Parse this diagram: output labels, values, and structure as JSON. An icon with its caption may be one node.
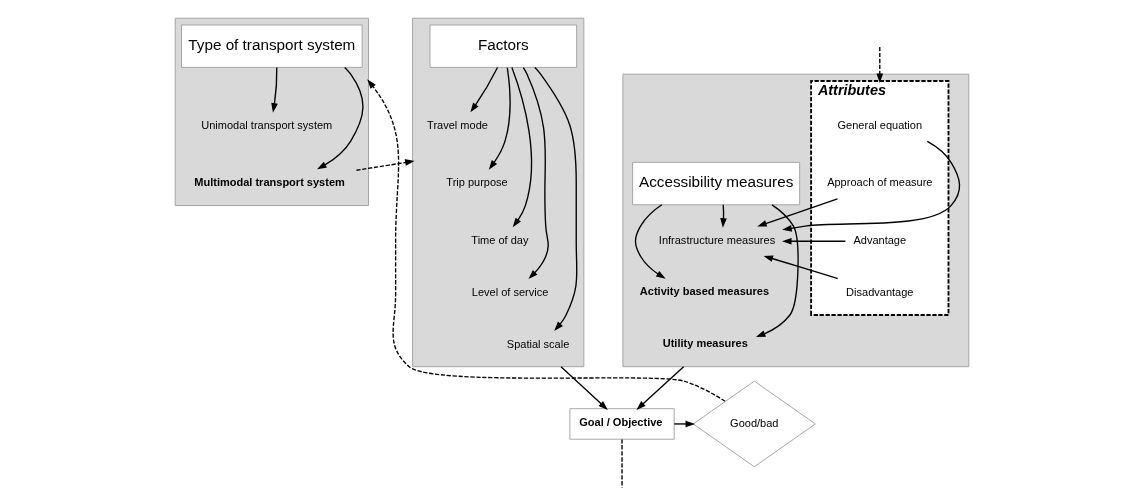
{
  "diagram": {
    "nodes": [
      {
        "text": [],
        "shape": "box"
      },
      {
        "text": [
          "Type of transport system"
        ],
        "in": 0
      },
      {
        "text": [
          "Unimodal transport system"
        ],
        "in": 0
      },
      {
        "text": [
          "Multimodal transport system"
        ],
        "in": 0
      },
      {
        "text": [],
        "shape": "box"
      },
      {
        "text": [
          "Factors"
        ],
        "in": 4
      },
      {
        "text": [
          "Travel mode"
        ],
        "in": 4
      },
      {
        "text": [
          "Trip purpose"
        ],
        "in": 4
      },
      {
        "text": [
          "Time of day"
        ],
        "in": 4
      },
      {
        "text": [
          "Level of service"
        ],
        "in": 4
      },
      {
        "text": [
          "Spatial scale"
        ],
        "in": 4
      },
      {
        "text": [],
        "shape": "box"
      },
      {
        "text": [
          "Accessibility measures"
        ],
        "in": 11
      },
      {
        "text": [
          "Infrastructure measures"
        ],
        "in": 11
      },
      {
        "text": [
          "Activity based measures"
        ],
        "in": 11
      },
      {
        "text": [
          "Utility measures"
        ],
        "in": 11
      },
      {
        "text": [
          "Attributes"
        ],
        "in": 11
      },
      {
        "text": [
          "General equation"
        ],
        "in": 16
      },
      {
        "text": [
          "Approach of measure"
        ],
        "in": 16
      },
      {
        "text": [
          "Advantage"
        ],
        "in": 16
      },
      {
        "text": [
          "Disadvantage"
        ],
        "in": 16
      },
      {
        "text": [
          "Good/bad"
        ]
      },
      {
        "text": [
          "Goal / Objective"
        ]
      }
    ],
    "edges": [
      {
        "from": 1,
        "to": 2,
        "arrow": "to"
      },
      {
        "from": 1,
        "to": 3,
        "arrow": "to"
      },
      {
        "from": 3,
        "to": 4,
        "arrow": "to",
        "style": "dashed"
      },
      {
        "from": 5,
        "to": 6,
        "arrow": "to"
      },
      {
        "from": 5,
        "to": 7,
        "arrow": "to"
      },
      {
        "from": 5,
        "to": 8,
        "arrow": "to"
      },
      {
        "from": 5,
        "to": 9,
        "arrow": "to"
      },
      {
        "from": 5,
        "to": 10,
        "arrow": "to"
      },
      {
        "from": 12,
        "to": 13,
        "arrow": "to"
      },
      {
        "from": 12,
        "to": 14,
        "arrow": "to"
      },
      {
        "from": 12,
        "to": 15,
        "arrow": "to"
      },
      {
        "from": 17,
        "to": 13,
        "arrow": "to"
      },
      {
        "from": 18,
        "to": 13,
        "arrow": "to"
      },
      {
        "from": 19,
        "to": 13,
        "arrow": "to"
      },
      {
        "from": 20,
        "to": 13,
        "arrow": "to"
      },
      {
        "from": 4,
        "to": 22,
        "arrow": "to"
      },
      {
        "from": 11,
        "to": 22,
        "arrow": "to"
      },
      {
        "from": 22,
        "to": 21,
        "arrow": "to"
      },
      {
        "from": 21,
        "to": 0,
        "arrow": "to",
        "style": "dashed"
      },
      {
        "from": 22,
        "to": null,
        "arrow": "none",
        "style": "dashed"
      },
      {
        "from": null,
        "to": 16,
        "arrow": "to",
        "style": "dashed"
      }
    ]
  }
}
